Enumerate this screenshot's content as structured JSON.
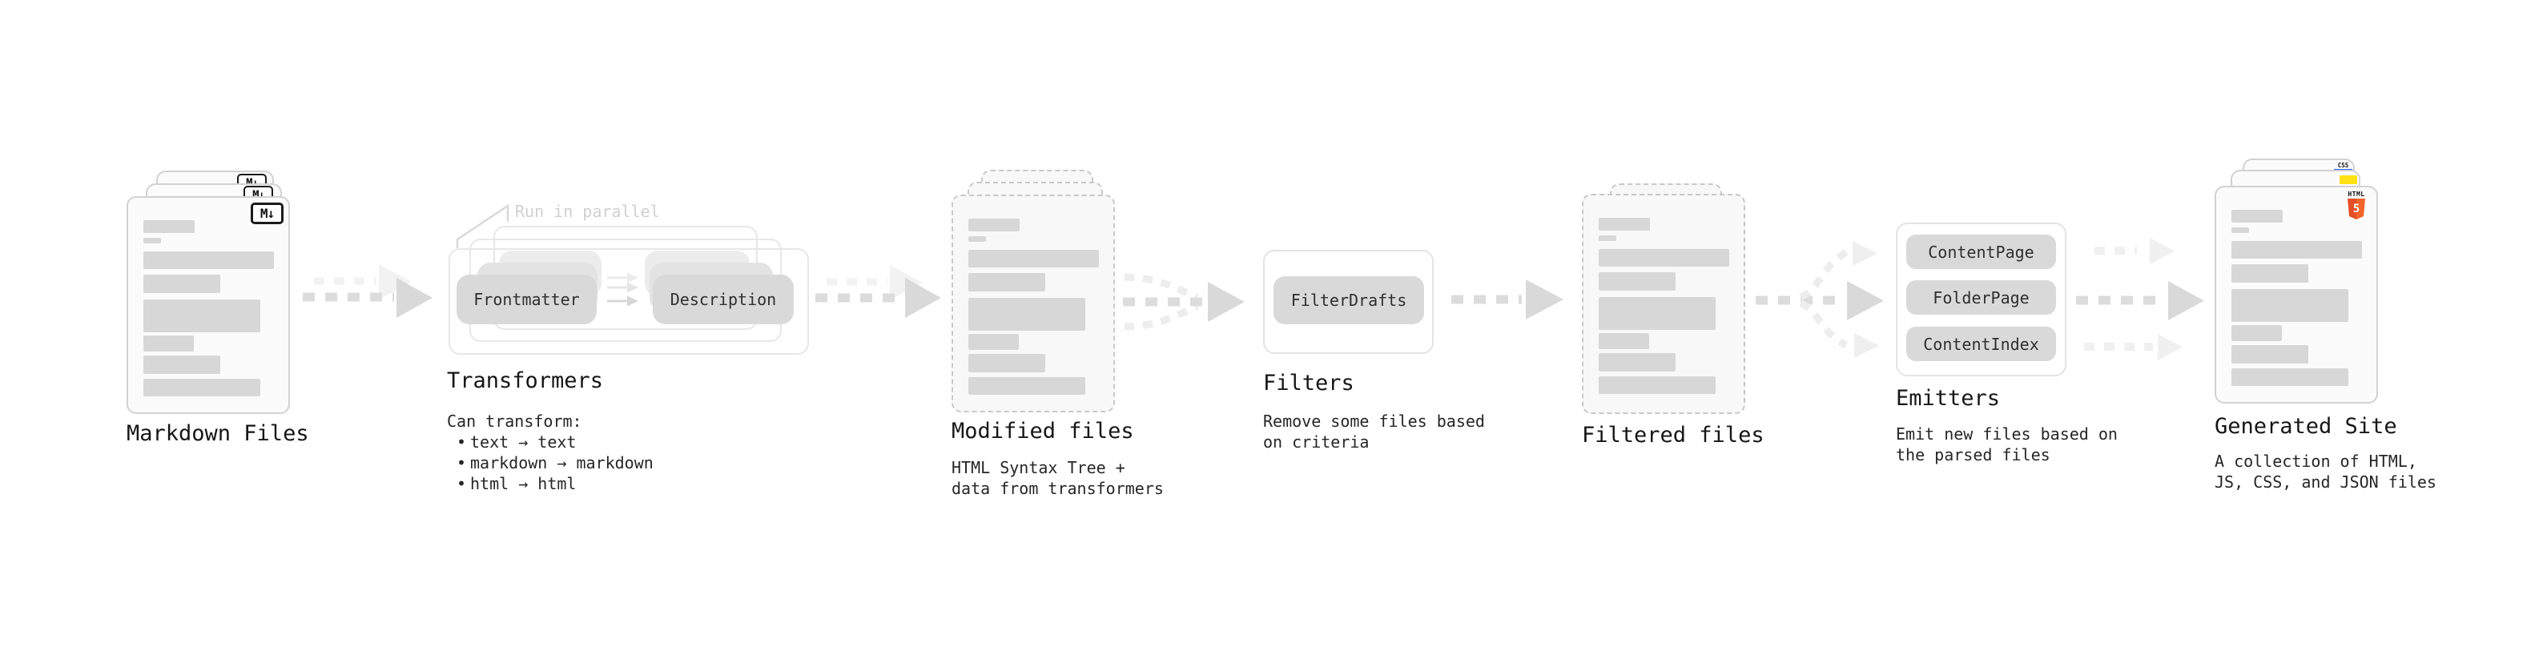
{
  "diagram": {
    "list_marker": "•",
    "stages": {
      "markdown_files": {
        "title": "Markdown Files"
      },
      "transformers": {
        "title": "Transformers",
        "annotation": "Run in parallel",
        "pill_left": "Frontmatter",
        "pill_right": "Description",
        "desc_heading": "Can transform:",
        "bullets": [
          "text → text",
          "markdown → markdown",
          "html → html"
        ]
      },
      "modified_files": {
        "title": "Modified files",
        "desc_lines": [
          "HTML Syntax Tree +",
          "data from transformers"
        ]
      },
      "filters": {
        "title": "Filters",
        "pill": "FilterDrafts",
        "desc_lines": [
          "Remove some files based",
          "on criteria"
        ]
      },
      "filtered_files": {
        "title": "Filtered files"
      },
      "emitters": {
        "title": "Emitters",
        "pills": [
          "ContentPage",
          "FolderPage",
          "ContentIndex"
        ],
        "desc_lines": [
          "Emit new files based on",
          "the parsed files"
        ]
      },
      "generated_site": {
        "title": "Generated Site",
        "desc_lines": [
          "A collection of HTML,",
          "JS, CSS, and JSON files"
        ]
      }
    },
    "icons": {
      "markdown_glyph": "M↓",
      "html5_label": "HTML",
      "html5_glyph": "5",
      "css_label": "CSS"
    },
    "colors": {
      "html5_orange_dark": "#E34F26",
      "html5_orange_light": "#F16529",
      "js_yellow": "#FFE114",
      "css_blue": "#2D65F2"
    }
  }
}
